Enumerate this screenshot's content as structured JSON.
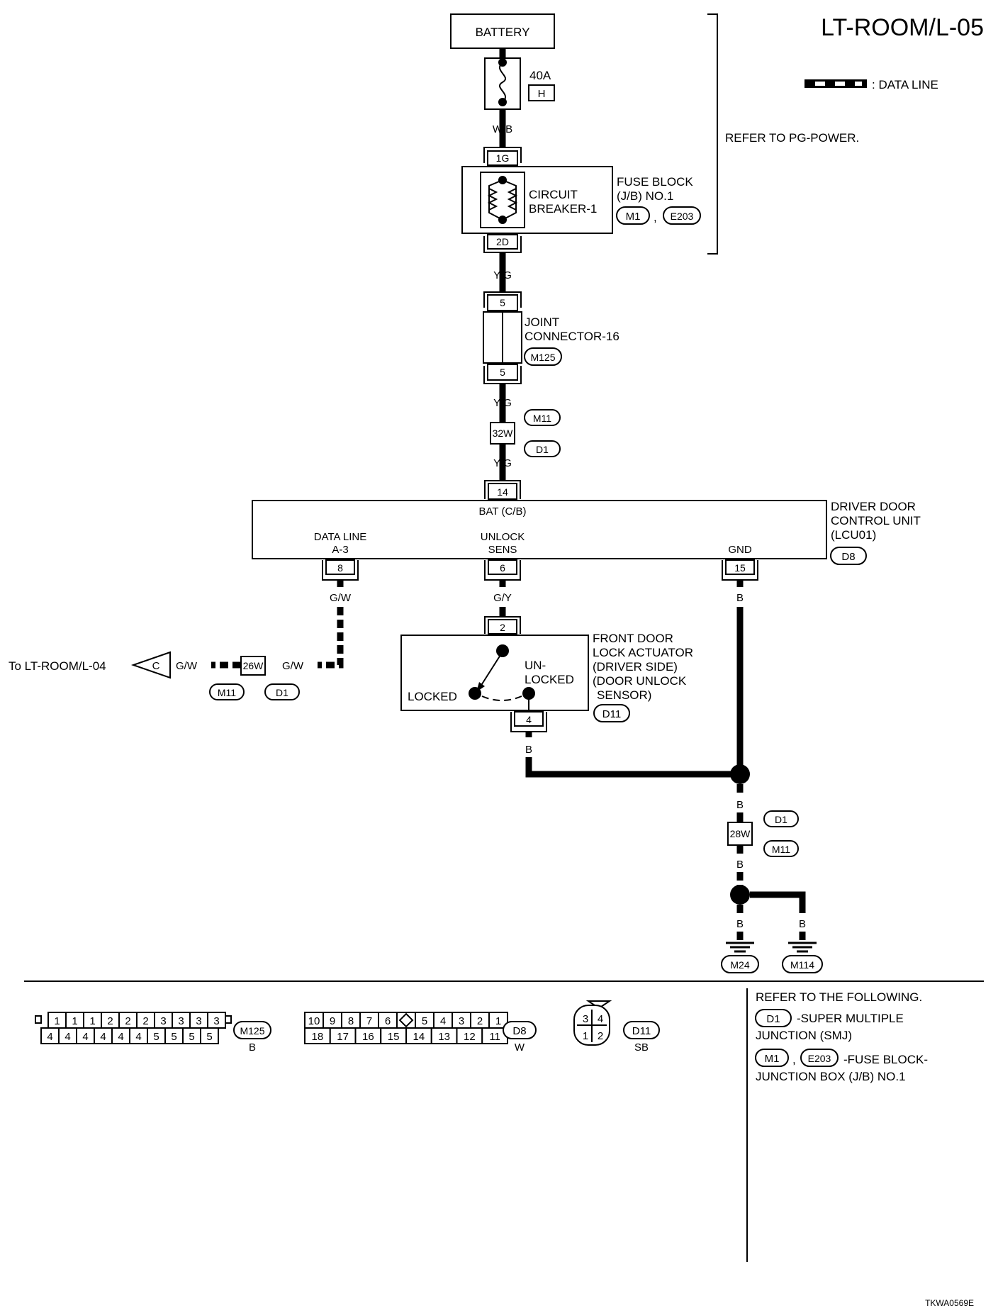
{
  "title": "LT-ROOM/L-05",
  "legend": {
    "data_line": ": DATA LINE"
  },
  "refer_pg": "REFER TO PG-POWER.",
  "battery": "BATTERY",
  "fuse": {
    "rating": "40A",
    "letter": "H"
  },
  "fuse_block": {
    "name_line1": "FUSE BLOCK",
    "name_line2": "(J/B) NO.1",
    "breaker_line1": "CIRCUIT",
    "breaker_line2": "BREAKER-1",
    "conn_m1": "M1",
    "comma": ",",
    "conn_e203": "E203",
    "pin_top": "1G",
    "pin_bottom": "2D"
  },
  "joint_connector": {
    "line1": "JOINT",
    "line2": "CONNECTOR-16",
    "conn": "M125",
    "pin_top": "5",
    "pin_bottom": "5"
  },
  "inline_32w": {
    "label": "32W",
    "conn_top": "M11",
    "conn_bottom": "D1"
  },
  "wires": {
    "wb": "W/B",
    "yg1": "Y/G",
    "yg2": "Y/G",
    "yg3": "Y/G",
    "gw_vertical": "G/W",
    "gy": "G/Y",
    "b_gnd": "B",
    "b_actuator": "B",
    "b_mid": "B",
    "b_lower": "B",
    "b_m24": "B",
    "b_m114": "B",
    "gw_left": "G/W",
    "gw_right": "G/W"
  },
  "lcu": {
    "name_line1": "DRIVER DOOR",
    "name_line2": "CONTROL UNIT",
    "name_line3": "(LCU01)",
    "conn": "D8",
    "bat_label": "BAT (C/B)",
    "bat_pin": "14",
    "data_line_label1": "DATA LINE",
    "data_line_label2": "A-3",
    "data_line_pin": "8",
    "unlock_label1": "UNLOCK",
    "unlock_label2": "SENS",
    "unlock_pin": "6",
    "gnd_label": "GND",
    "gnd_pin": "15"
  },
  "actuator": {
    "name_line1": "FRONT DOOR",
    "name_line2": "LOCK ACTUATOR",
    "name_line3": "(DRIVER SIDE)",
    "name_line4": "(DOOR UNLOCK",
    "name_line5": "SENSOR)",
    "conn": "D11",
    "pin_top": "2",
    "pin_bottom": "4",
    "locked": "LOCKED",
    "unlocked_line1": "UN-",
    "unlocked_line2": "LOCKED"
  },
  "to_ref": {
    "text": "To LT-ROOM/L-04",
    "arrow_letter": "C"
  },
  "inline_26w": {
    "label": "26W",
    "conn_left": "M11",
    "conn_right": "D1"
  },
  "inline_28w": {
    "label": "28W",
    "conn_top": "D1",
    "conn_bottom": "M11"
  },
  "grounds": {
    "g1": "M24",
    "g2": "M114"
  },
  "connectors": {
    "m125": {
      "conn": "M125",
      "color": "B",
      "top": [
        "1",
        "1",
        "1",
        "2",
        "2",
        "2",
        "3",
        "3",
        "3",
        "3"
      ],
      "bottom": [
        "4",
        "4",
        "4",
        "4",
        "4",
        "4",
        "5",
        "5",
        "5",
        "5"
      ]
    },
    "d8": {
      "conn": "D8",
      "color": "W",
      "top": [
        "10",
        "9",
        "8",
        "7",
        "6",
        "",
        "5",
        "4",
        "3",
        "2",
        "1"
      ],
      "bottom": [
        "18",
        "17",
        "16",
        "15",
        "14",
        "13",
        "12",
        "11"
      ]
    },
    "d11": {
      "conn": "D11",
      "color": "SB",
      "pins": [
        "3",
        "4",
        "1",
        "2"
      ]
    }
  },
  "refer_following": {
    "heading": "REFER TO THE FOLLOWING.",
    "d1_conn": "D1",
    "d1_line1": "-SUPER MULTIPLE",
    "d1_line2": "JUNCTION (SMJ)",
    "m1_conn": "M1",
    "comma": ",",
    "e203_conn": "E203",
    "fb_line1": "-FUSE BLOCK-",
    "fb_line2": "JUNCTION BOX (J/B) NO.1"
  },
  "footer_code": "TKWA0569E"
}
